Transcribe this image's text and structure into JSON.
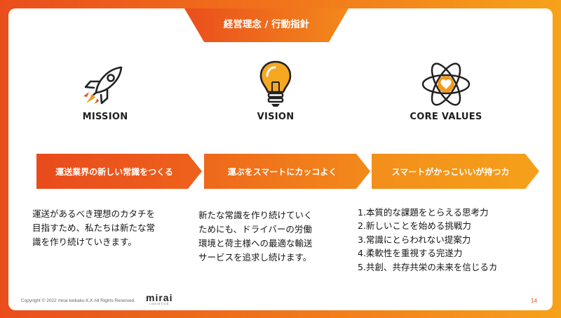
{
  "header": {
    "title": "経営理念 / 行動指針"
  },
  "columns": [
    {
      "icon": "rocket-icon",
      "heading": "MISSION",
      "banner": "運送業界の新しい常識をつくる",
      "lines": [
        "運送があるべき理想のカタチを",
        "目指すため、私たちは新たな常",
        "識を作り続けていきます。"
      ]
    },
    {
      "icon": "lightbulb-icon",
      "heading": "VISION",
      "banner": "運ぶをスマートにカッコよく",
      "lines": [
        "新たな常識を作り続けていく",
        "ためにも、ドライバーの労働",
        "環境と荷主様への最適な輸送",
        "サービスを追求し続けます。"
      ]
    },
    {
      "icon": "atom-heart-icon",
      "heading": "CORE VALUES",
      "banner": "スマートがかっこいいが持つカ",
      "values": [
        "1.本質的な課題をとらえる思考力",
        "2.新しいことを始める挑戦力",
        "3.常識にとらわれない提案力",
        "4.柔軟性を重視する完遂力",
        "5.共創、共存共栄の未来を信じるカ"
      ]
    }
  ],
  "footer": {
    "copyright": "Copyright © 2022 mirai keikaku.K.K All Rights Reserved.",
    "logo_word": "mirai",
    "logo_sub": "LOGISTICS",
    "page_number": "14"
  },
  "colors": {
    "accent_red": "#ea4e1c",
    "accent_orange": "#f39a1b",
    "bulb_yellow": "#f7a823"
  }
}
